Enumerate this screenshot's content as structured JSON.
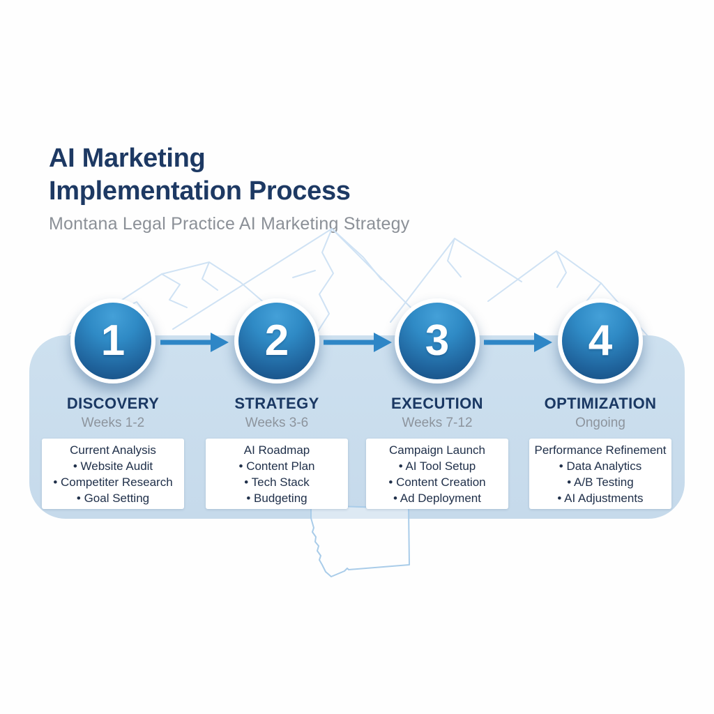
{
  "header": {
    "title_line1": "AI Marketing",
    "title_line2": "Implementation Process",
    "subtitle": "Montana Legal Practice AI Marketing Strategy"
  },
  "phases": [
    {
      "number": "1",
      "name": "DISCOVERY",
      "duration": "Weeks 1-2",
      "card_heading": "Current Analysis",
      "items": [
        "Website Audit",
        "Competiter Research",
        "Goal Setting"
      ]
    },
    {
      "number": "2",
      "name": "STRATEGY",
      "duration": "Weeks 3-6",
      "card_heading": "AI Roadmap",
      "items": [
        "Content Plan",
        "Tech Stack",
        "Budgeting"
      ]
    },
    {
      "number": "3",
      "name": "EXECUTION",
      "duration": "Weeks 7-12",
      "card_heading": "Campaign Launch",
      "items": [
        "AI Tool Setup",
        "Content Creation",
        "Ad Deployment"
      ]
    },
    {
      "number": "4",
      "name": "OPTIMIZATION",
      "duration": "Ongoing",
      "card_heading": "Performance Refinement",
      "items": [
        "Data Analytics",
        "A/B Testing",
        "AI Adjustments"
      ]
    }
  ],
  "decorations": {
    "mountains": "mountain-range-line-art",
    "state_outline": "montana-state-outline"
  },
  "colors": {
    "title_navy": "#1d3963",
    "subtitle_gray": "#8b9097",
    "band_blue": "#c8dbec",
    "circle_top": "#3b93cd",
    "circle_bottom": "#16497b",
    "arrow_blue": "#2e86c6",
    "phase_name_navy": "#1a3863",
    "duration_gray": "#8d949d",
    "card_text": "#20304a",
    "mountain_line": "#cfe2f4",
    "montana_line": "#a9cce9"
  }
}
